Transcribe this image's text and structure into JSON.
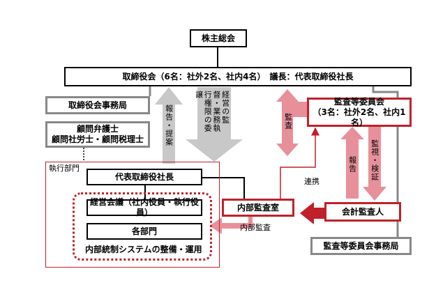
{
  "nodes": {
    "shareholders": "株主総会",
    "board": "取締役会（6名：社外2名、社内4名）　議長：代表取締役社長",
    "board_secretariat": "取締役会事務局",
    "advisors_line1": "顧問弁護士",
    "advisors_line2": "顧問社労士・顧問税理士",
    "audit_committee_line1": "監査等委員会",
    "audit_committee_line2": "（3名：社外2名、社内1名）",
    "president": "代表取締役社長",
    "management_meeting": "経営会議（社内役員・執行役員）",
    "departments": "各部門",
    "internal_control": "内部統制システムの整備・運用",
    "internal_audit_office": "内部監査室",
    "accounting_auditor": "会計監査人",
    "audit_committee_secretariat": "監査等委員会事務局"
  },
  "labels": {
    "executive_division": "執行部門",
    "report_proposal": "報告・提案",
    "delegation": "経営の監督・業務執行権限の委譲",
    "audit": "監査",
    "monitor_verify": "監視・検証",
    "report": "報告",
    "cooperation": "連携",
    "internal_audit": "内部監査"
  },
  "colors": {
    "red": "#c0202a",
    "pink": "#e8909a",
    "gray": "#888888",
    "light_gray": "#c8c8c8"
  }
}
